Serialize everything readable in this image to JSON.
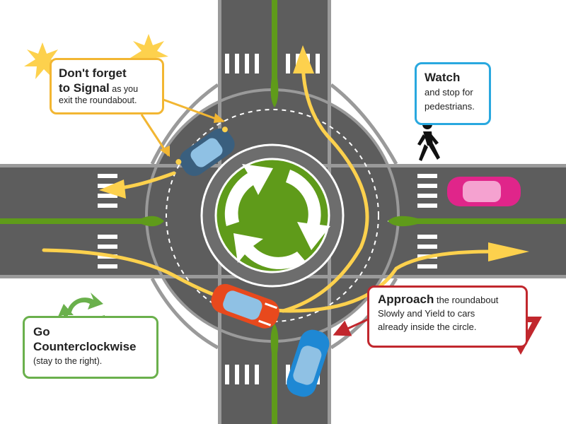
{
  "callouts": {
    "signal": {
      "line1": "Don't forget",
      "line2_bold": "to Signal",
      "line2_rest": " as you",
      "line3": "exit the roundabout."
    },
    "watch": {
      "title": "Watch",
      "line1": "and stop for",
      "line2": "pedestrians."
    },
    "approach": {
      "title": "Approach",
      "title_rest": " the roundabout",
      "line1": "Slowly and Yield to cars",
      "line2": "already inside the circle."
    },
    "go": {
      "line1": "Go",
      "line2": "Counterclockwise",
      "line3": "(stay to the right)."
    }
  },
  "colors": {
    "asphalt": "#5d5d5d",
    "grass": "#5f9b1a",
    "arrow_yellow": "#fdd14d",
    "signal_border": "#f2b632",
    "watch_border": "#29a8df",
    "approach_border": "#c1272d",
    "go_border": "#6ab04c",
    "car_blue_dark": "#3a5f7e",
    "car_pink": "#e0258a",
    "car_orange": "#e8491d",
    "car_blue": "#1e88d4"
  },
  "icons": [
    "sun-flash-icon",
    "pedestrian-icon",
    "yield-sign-icon",
    "counterclockwise-arrows-icon"
  ]
}
